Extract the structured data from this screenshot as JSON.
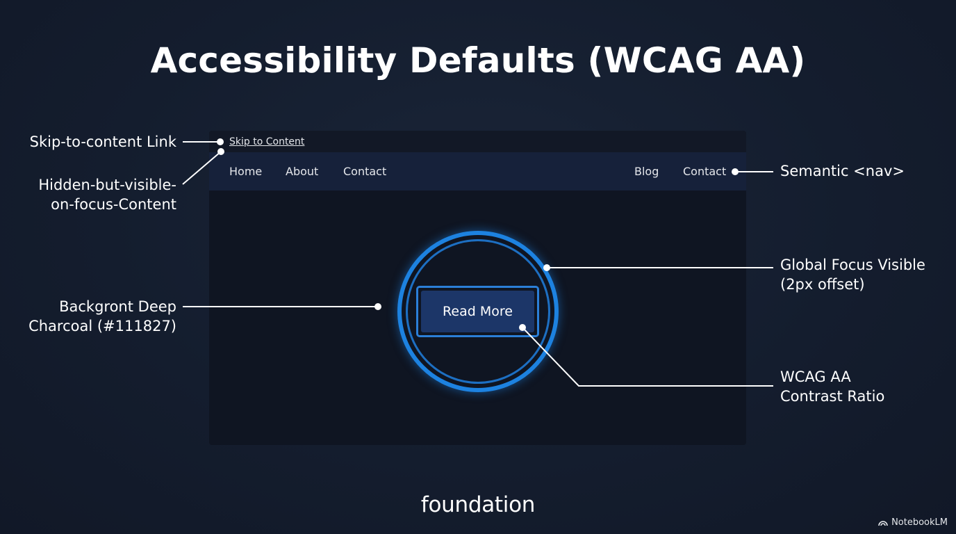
{
  "title": "Accessibility Defaults (WCAG AA)",
  "mockup": {
    "skip_link": "Skip to Content",
    "nav_left": [
      "Home",
      "About",
      "Contact"
    ],
    "nav_right": [
      "Blog",
      "Contact"
    ],
    "button_label": "Read More"
  },
  "labels": {
    "skip_link": "Skip-to-content Link",
    "hidden_focus_1": "Hidden-but-visible-",
    "hidden_focus_2": "on-focus-Content",
    "background_1": "Backgront Deep",
    "background_2": "Charcoal (#111827)",
    "semantic_nav": "Semantic <nav>",
    "focus_visible_1": "Global Focus Visible",
    "focus_visible_2": "(2px offset)",
    "contrast_1": "WCAG AA",
    "contrast_2": "Contrast Ratio"
  },
  "brand": "foundation",
  "watermark": "NotebookLM",
  "colors": {
    "background": "#111827",
    "focus_ring": "#1d82e0",
    "button": "#1c3668",
    "nav": "#16213a"
  }
}
